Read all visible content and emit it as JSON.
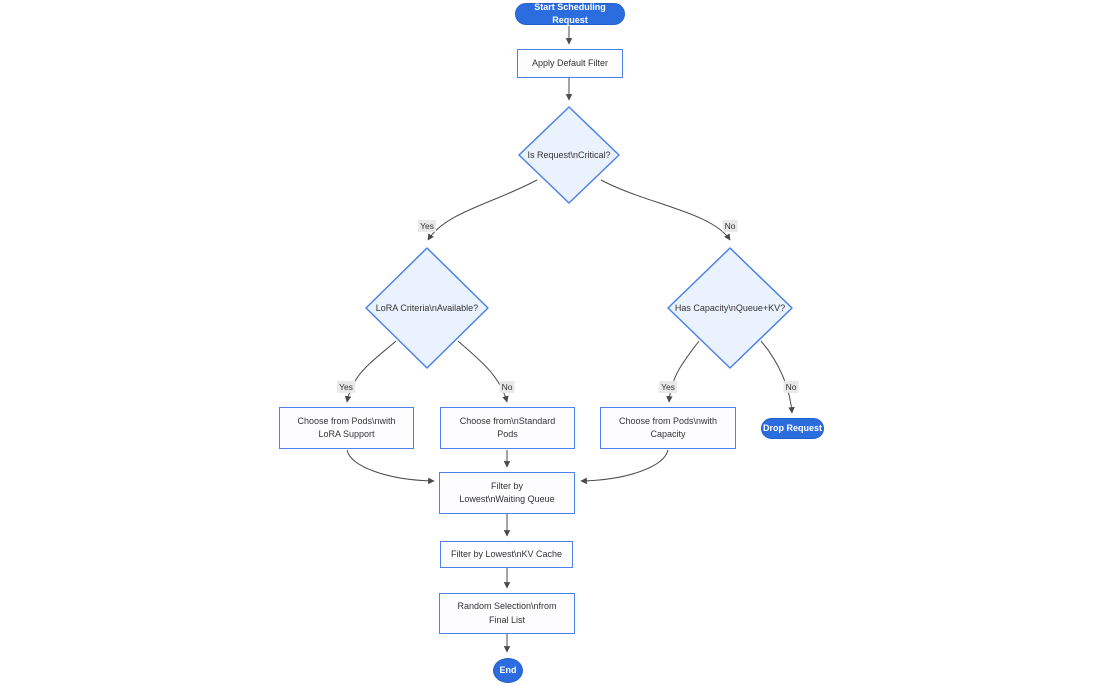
{
  "diagram": {
    "type": "flowchart",
    "nodes": {
      "start": {
        "label": "Start Scheduling Request",
        "shape": "stadium"
      },
      "apply_filter": {
        "label": "Apply Default Filter",
        "shape": "rect"
      },
      "is_critical": {
        "label": "Is Request\\nCritical?",
        "shape": "diamond"
      },
      "lora_available": {
        "label": "LoRA Criteria\\nAvailable?",
        "shape": "diamond"
      },
      "has_capacity": {
        "label": "Has Capacity\\nQueue+KV?",
        "shape": "diamond"
      },
      "choose_lora_pods": {
        "label": "Choose from Pods\\nwith LoRA Support",
        "shape": "rect"
      },
      "choose_standard_pods": {
        "label": "Choose from\\nStandard Pods",
        "shape": "rect"
      },
      "choose_capacity_pods": {
        "label": "Choose from Pods\\nwith Capacity",
        "shape": "rect"
      },
      "drop_request": {
        "label": "Drop Request",
        "shape": "stadium"
      },
      "filter_waiting_queue": {
        "label": "Filter by Lowest\\nWaiting Queue",
        "shape": "rect"
      },
      "filter_kv_cache": {
        "label": "Filter by Lowest\\nKV Cache",
        "shape": "rect"
      },
      "random_selection": {
        "label": "Random Selection\\nfrom Final List",
        "shape": "rect"
      },
      "end": {
        "label": "End",
        "shape": "stadium"
      }
    },
    "edge_labels": {
      "critical_yes": "Yes",
      "critical_no": "No",
      "lora_yes": "Yes",
      "lora_no": "No",
      "capacity_yes": "Yes",
      "capacity_no": "No"
    },
    "colors": {
      "pill_fill": "#2b6cdf",
      "node_border": "#4d82e8",
      "diamond_fill": "#eaf2fd",
      "rect_fill": "#fdfdff",
      "edge_line": "#4a4a4a",
      "edge_label_bg": "#e8e8e8",
      "text": "#333333",
      "pill_text": "#ffffff",
      "background": "#ffffff"
    }
  }
}
